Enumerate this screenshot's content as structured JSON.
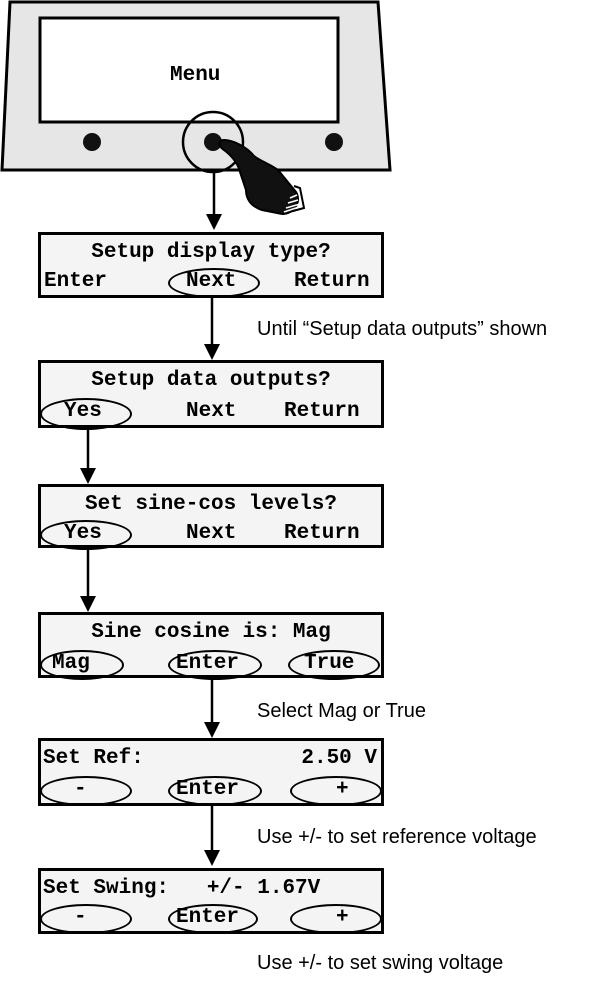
{
  "device": {
    "menu_label": "Menu"
  },
  "screens": [
    {
      "line1": "Setup display type?",
      "keys": [
        "Enter",
        "Next",
        "Return"
      ],
      "selected_key": "Next"
    },
    {
      "line1": "Setup data outputs?",
      "keys": [
        "Yes",
        "Next",
        "Return"
      ],
      "selected_key": "Yes"
    },
    {
      "line1": "Set sine-cos levels?",
      "keys": [
        "Yes",
        "Next",
        "Return"
      ],
      "selected_key": "Yes"
    },
    {
      "line1": "Sine cosine is: Mag",
      "keys": [
        "Mag",
        "Enter",
        "True"
      ],
      "selected_key": "all"
    },
    {
      "line1_left": "Set Ref:",
      "line1_right": "2.50 V",
      "keys": [
        "-",
        "Enter",
        "+"
      ],
      "selected_key": "all"
    },
    {
      "line1": "Set Swing:   +/- 1.67V",
      "keys": [
        "-",
        "Enter",
        "+"
      ],
      "selected_key": "all"
    }
  ],
  "notes": [
    "Until “Setup data outputs” shown",
    "Select Mag or True",
    "Use +/- to set reference voltage",
    "Use +/- to set swing voltage"
  ],
  "colors": {
    "panel_fill": "#e6e6e6",
    "ink": "#000000"
  }
}
